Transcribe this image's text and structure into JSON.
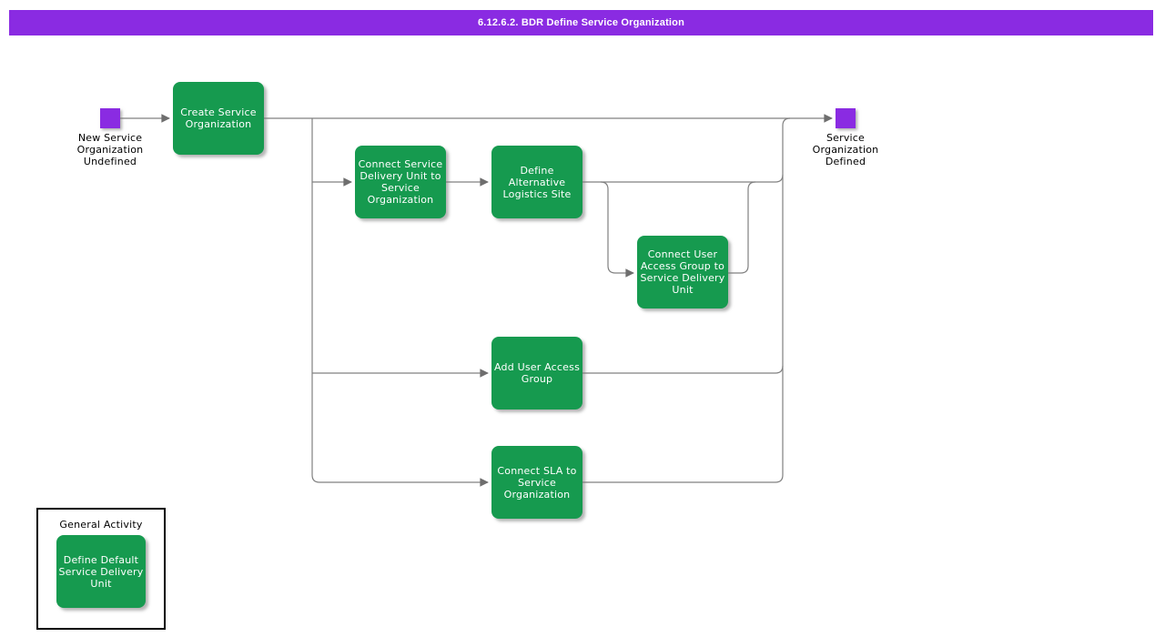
{
  "header": {
    "title": "6.12.6.2. BDR Define Service Organization"
  },
  "colors": {
    "event_purple": "#8a2be2",
    "activity_green": "#169a4f",
    "line_gray": "#808080"
  },
  "start_event": {
    "label": "New Service\nOrganization\nUndefined"
  },
  "end_event": {
    "label": "Service\nOrganization\nDefined"
  },
  "activities": [
    {
      "id": "create-service-organization",
      "label": "Create Service\nOrganization"
    },
    {
      "id": "connect-service-delivery-unit",
      "label": "Connect Service\nDelivery Unit to\nService\nOrganization"
    },
    {
      "id": "define-alternative-logistics-site",
      "label": "Define\nAlternative\nLogistics Site"
    },
    {
      "id": "connect-user-access-group",
      "label": "Connect User\nAccess Group to\nService Delivery\nUnit"
    },
    {
      "id": "add-user-access-group",
      "label": "Add User Access\nGroup"
    },
    {
      "id": "connect-sla",
      "label": "Connect SLA to\nService\nOrganization"
    }
  ],
  "legend": {
    "title": "General Activity",
    "sample_activity": {
      "label": "Define Default\nService Delivery\nUnit"
    }
  }
}
